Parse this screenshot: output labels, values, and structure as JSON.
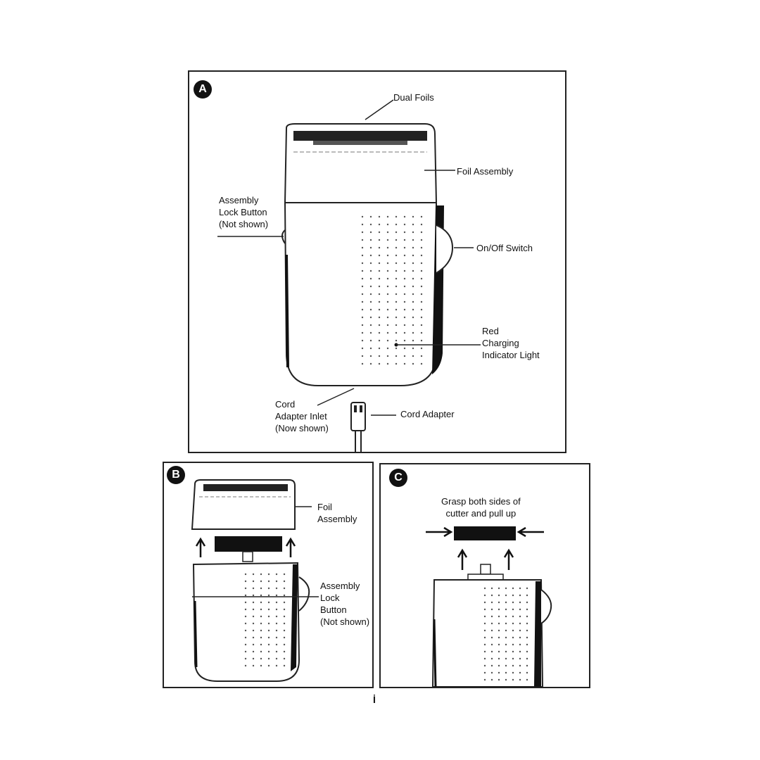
{
  "panels": {
    "a": {
      "badge": "A",
      "labels": {
        "dual_foils": "Dual Foils",
        "foil_assembly": "Foil Assembly",
        "assembly_lock": "Assembly\nLock Button\n(Not shown)",
        "on_off": "On/Off Switch",
        "red_light": "Red\nCharging\nIndicator Light",
        "cord_inlet": "Cord\nAdapter Inlet\n(Now shown)",
        "cord_adapter": "Cord Adapter"
      }
    },
    "b": {
      "badge": "B",
      "labels": {
        "foil_assembly": "Foil\nAssembly",
        "assembly_lock": "Assembly\nLock\nButton\n(Not shown)"
      }
    },
    "c": {
      "badge": "C",
      "labels": {
        "grasp": "Grasp both sides of\ncutter and pull up"
      }
    }
  },
  "footer_mark": "İ"
}
